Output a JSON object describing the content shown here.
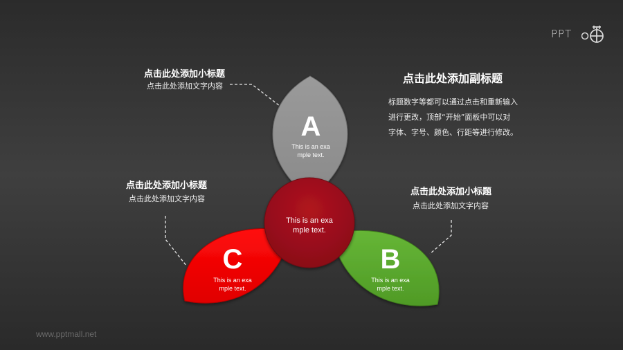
{
  "logo": {
    "text": "PPT",
    "icon": "ppt-logo-icon"
  },
  "subtitle": {
    "title": "点击此处添加副标题",
    "lines": [
      "标题数字等都可以通过点击和重新输入",
      "进行更改，顶部“开始”面板中可以对",
      "字体、字号、颜色、行距等进行修改。"
    ]
  },
  "callouts": [
    {
      "id": "A",
      "title": "点击此处添加小标题",
      "body": "点击此处添加文字内容"
    },
    {
      "id": "C",
      "title": "点击此处添加小标题",
      "body": "点击此处添加文字内容"
    },
    {
      "id": "B",
      "title": "点击此处添加小标题",
      "body": "点击此处添加文字内容"
    }
  ],
  "petals": [
    {
      "letter": "A",
      "line1": "This is an exa",
      "line2": "mple text.",
      "color": "#a3a3a3"
    },
    {
      "letter": "B",
      "line1": "This is an exa",
      "line2": "mple text.",
      "color": "#5fae2e"
    },
    {
      "letter": "C",
      "line1": "This is an exa",
      "line2": "mple text.",
      "color": "#f00000"
    }
  ],
  "center": {
    "line1": "This is an exa",
    "line2": "mple text.",
    "color": "#a0101e"
  },
  "watermark": "www.pptmall.net"
}
